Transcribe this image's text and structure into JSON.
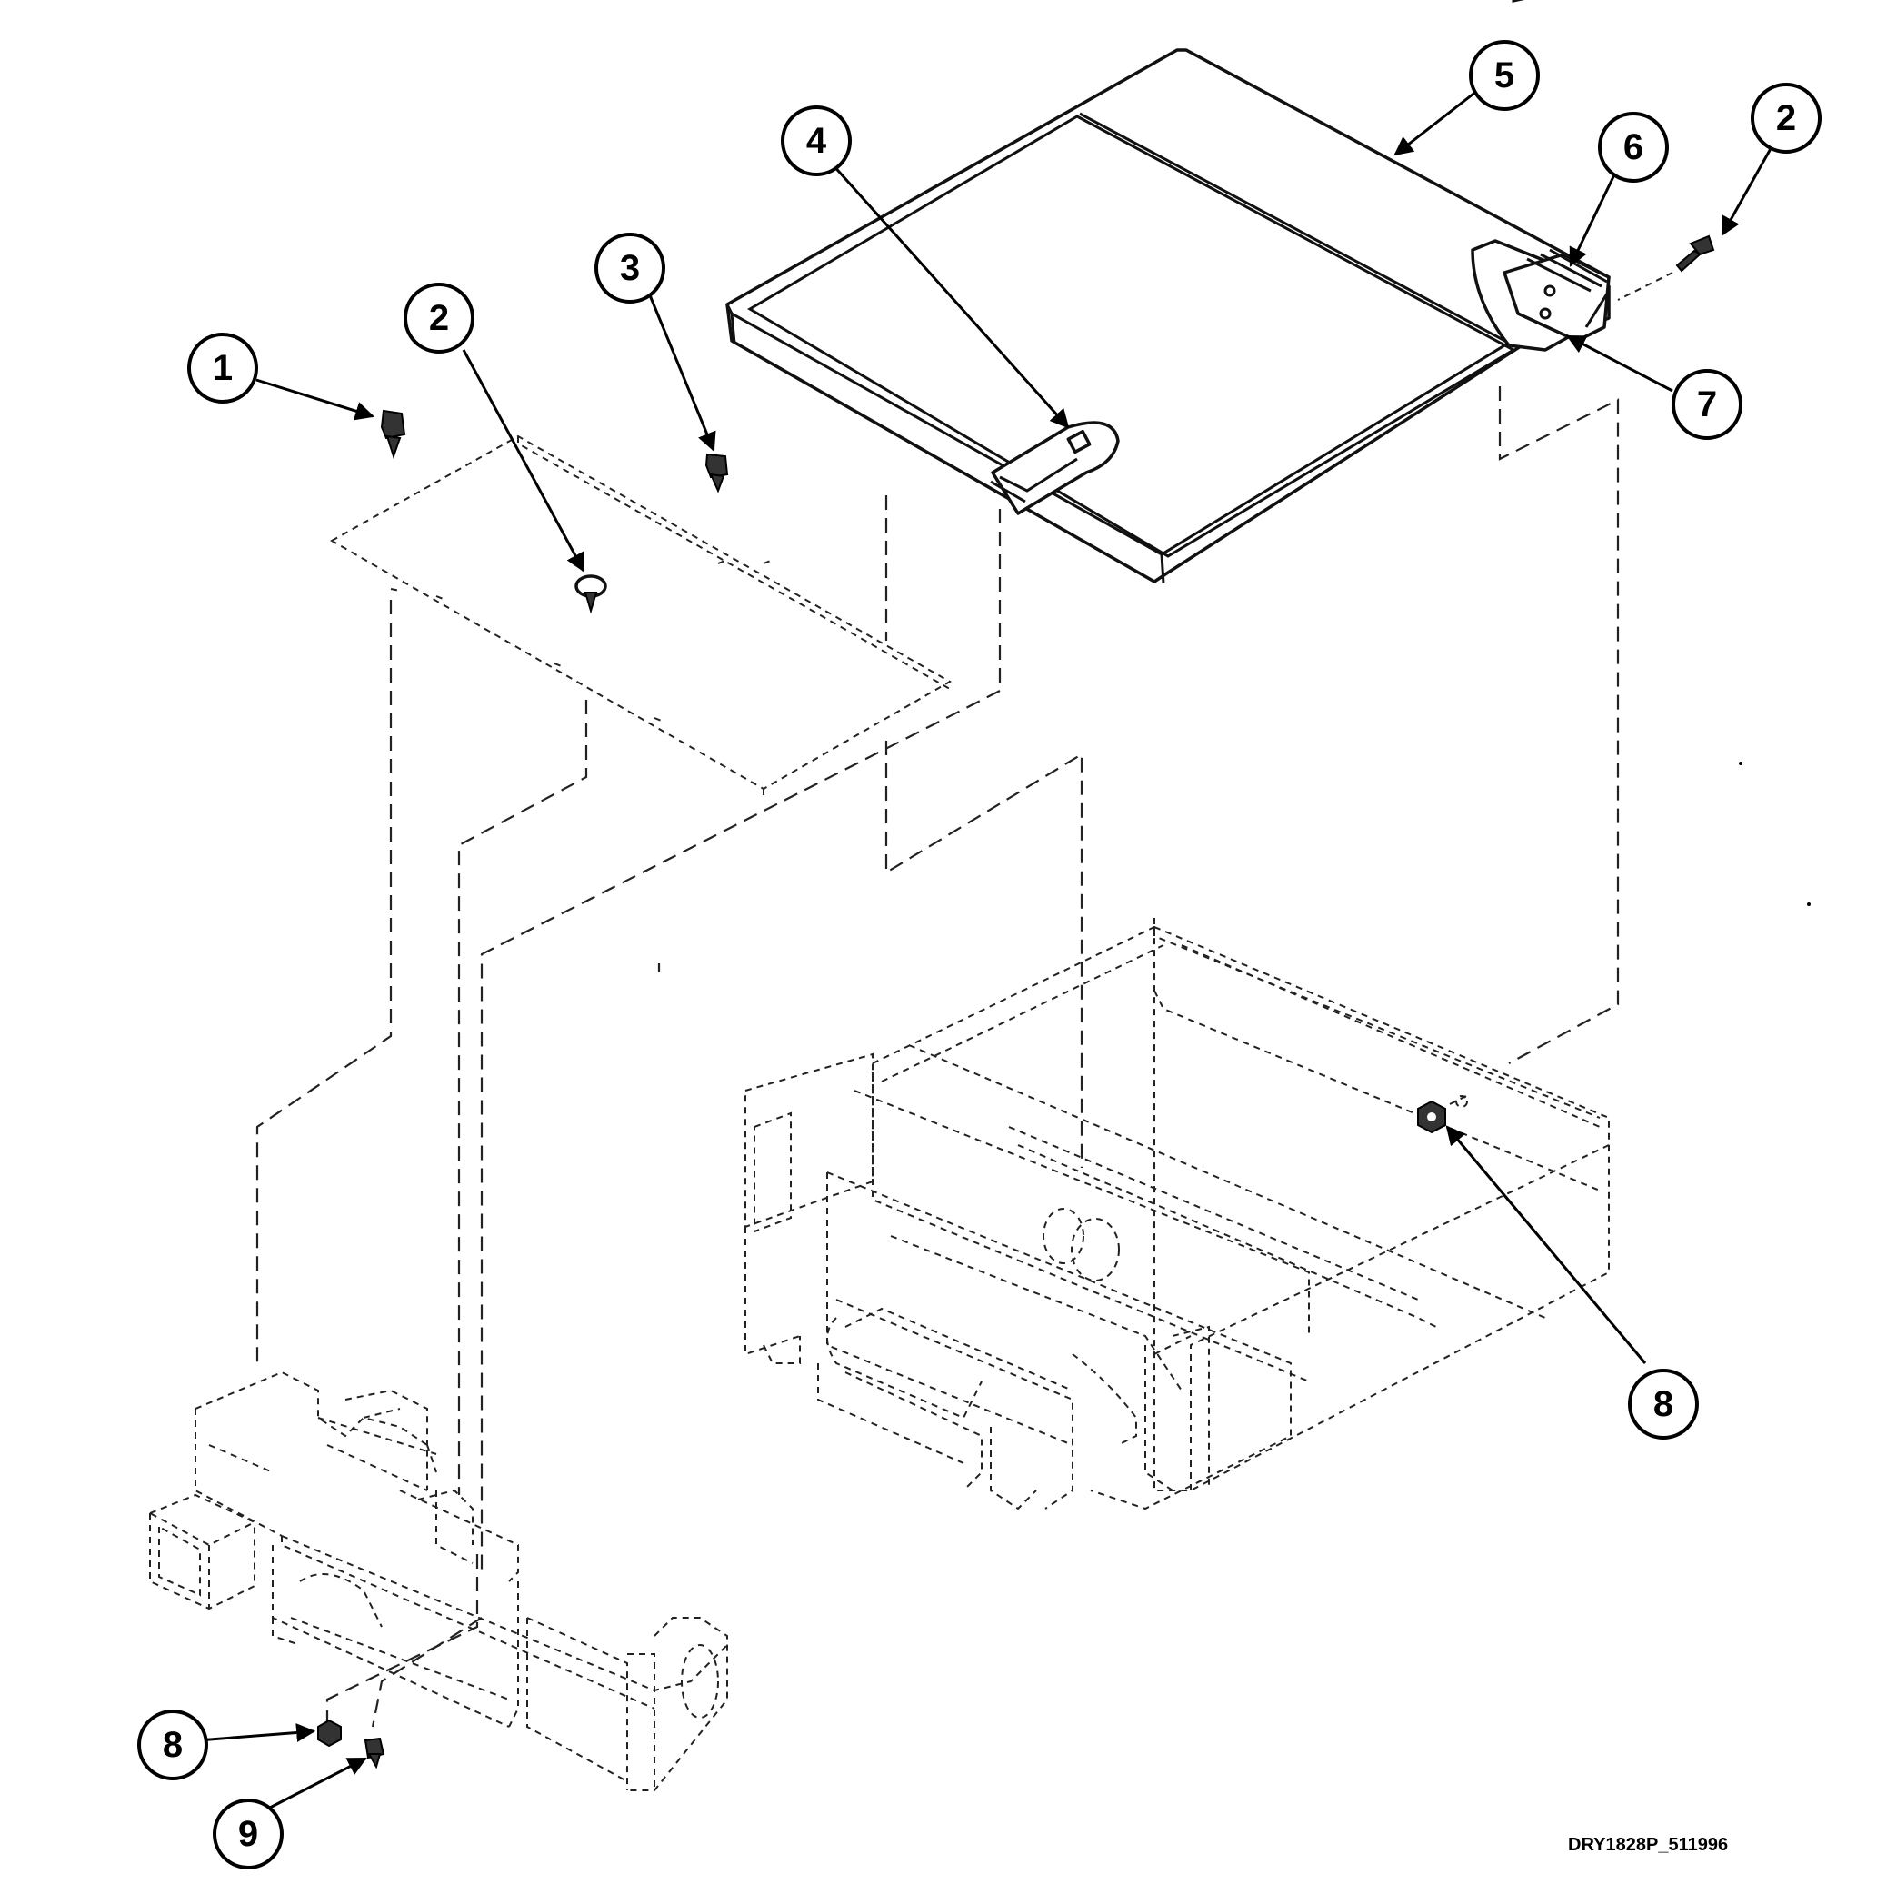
{
  "callouts": [
    {
      "id": "c1",
      "label": "1"
    },
    {
      "id": "c2a",
      "label": "2"
    },
    {
      "id": "c2b",
      "label": "2"
    },
    {
      "id": "c3",
      "label": "3"
    },
    {
      "id": "c4",
      "label": "4"
    },
    {
      "id": "c5",
      "label": "5"
    },
    {
      "id": "c6",
      "label": "6"
    },
    {
      "id": "c7",
      "label": "7"
    },
    {
      "id": "c8a",
      "label": "8"
    },
    {
      "id": "c8b",
      "label": "8"
    },
    {
      "id": "c9",
      "label": "9"
    }
  ],
  "drawing_id": "DRY1828P_511996",
  "colors": {
    "ink": "#000000",
    "paper": "#ffffff"
  },
  "icons": [
    "screw-icon",
    "bolt-icon",
    "nut-icon",
    "hinge-icon",
    "latch-icon"
  ]
}
